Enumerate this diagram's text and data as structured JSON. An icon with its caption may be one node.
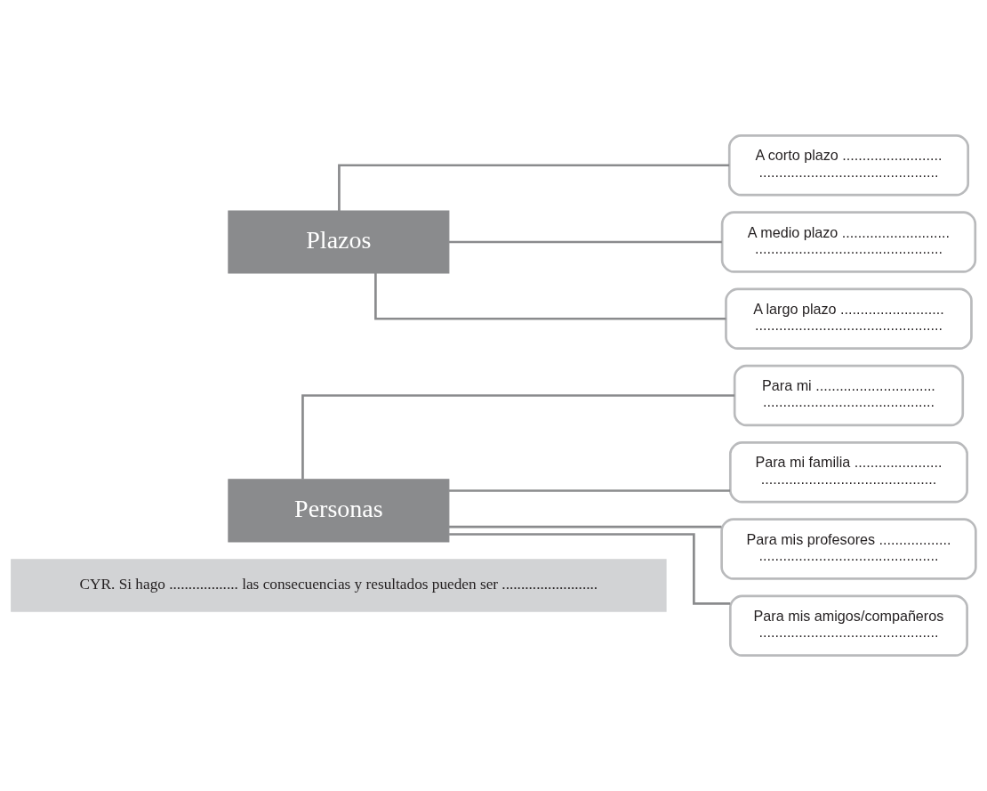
{
  "diagram": {
    "nodes": [
      {
        "text": [
          "CYR. Si hago .................. las consecuencias y resultados pueden ser ........................."
        ]
      },
      {
        "text": [
          "Personas"
        ]
      },
      {
        "text": [
          "Plazos"
        ]
      },
      {
        "text": [
          "Para mi ..............................",
          "..........................................."
        ]
      },
      {
        "text": [
          "Para mi familia ......................",
          "............................................"
        ]
      },
      {
        "text": [
          "Para mis profesores ..................",
          "............................................."
        ]
      },
      {
        "text": [
          "Para mis amigos/compañeros",
          "............................................."
        ]
      },
      {
        "text": [
          "A corto plazo .........................",
          "............................................."
        ]
      },
      {
        "text": [
          "A medio plazo ...........................",
          "..............................................."
        ]
      },
      {
        "text": [
          "A largo plazo ..........................",
          "..............................................."
        ]
      }
    ],
    "edges": [
      {
        "from": 1,
        "to": 3,
        "arrow": "none"
      },
      {
        "from": 1,
        "to": 4,
        "arrow": "none"
      },
      {
        "from": 1,
        "to": 5,
        "arrow": "none"
      },
      {
        "from": 1,
        "to": 6,
        "arrow": "none"
      },
      {
        "from": 2,
        "to": 7,
        "arrow": "none"
      },
      {
        "from": 2,
        "to": 8,
        "arrow": "none"
      },
      {
        "from": 2,
        "to": 9,
        "arrow": "none"
      }
    ]
  }
}
